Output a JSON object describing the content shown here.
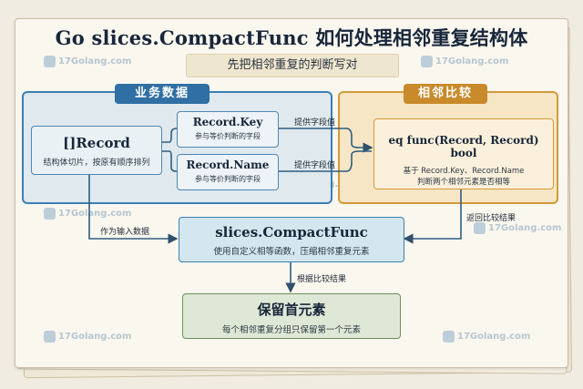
{
  "title": "Go slices.CompactFunc 如何处理相邻重复结构体",
  "subtitle": "先把相邻重复的判断写对",
  "panels": {
    "business": "业务数据",
    "compare": "相邻比较"
  },
  "nodes": {
    "record": {
      "title": "[]Record",
      "desc": "结构体切片，按原有顺序排列"
    },
    "record_key": {
      "title": "Record.Key",
      "desc": "参与等价判断的字段"
    },
    "record_name": {
      "title": "Record.Name",
      "desc": "参与等价判断的字段"
    },
    "eq_func": {
      "title": "eq func(Record, Record) bool",
      "desc_line1": "基于 Record.Key、Record.Name",
      "desc_line2": "判断两个相邻元素是否相等"
    },
    "compact": {
      "title": "slices.CompactFunc",
      "desc": "使用自定义相等函数，压缩相邻重复元素"
    },
    "keep_first": {
      "title": "保留首元素",
      "desc": "每个相邻重复分组只保留第一个元素"
    }
  },
  "edges": {
    "key_to_eq": "提供字段值",
    "name_to_eq": "提供字段值",
    "record_to_compact": "作为输入数据",
    "eq_to_compact": "返回比较结果",
    "compact_to_keep": "根据比较结果"
  },
  "watermark": "17Golang.com",
  "colors": {
    "business_blue": "#3b7fb3",
    "compare_orange": "#d39a3a",
    "result_green": "#6b8f5e"
  }
}
